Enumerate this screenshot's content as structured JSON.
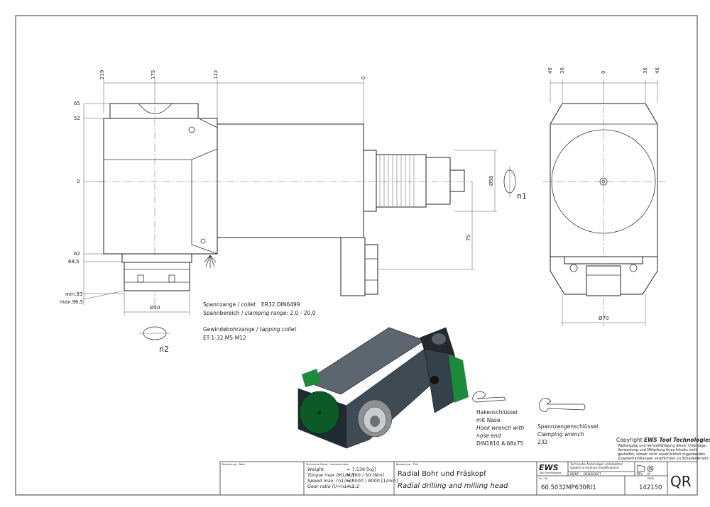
{
  "front_view": {
    "top_dims": [
      "219",
      "175",
      "122",
      "0"
    ],
    "left_dims": [
      "65",
      "52",
      "0",
      "62",
      "68,5",
      "min.93",
      "max.96,5"
    ],
    "dia_collet": "Ø50",
    "dia_shank": "Ø50",
    "offset": "75",
    "n1": "n1",
    "n2": "n2"
  },
  "side_view": {
    "top_dims": [
      "46",
      "36",
      "0",
      "36",
      "46"
    ],
    "dia_bottom": "Ø70"
  },
  "collet_info": {
    "line1_a": "Spannzange / ",
    "line1_b": "collet",
    "line1_c": "ER32   DIN6499",
    "line2_a": "Spannbereich / ",
    "line2_b": "clamping range",
    "line2_c": ": 2,0 - 20,0",
    "line3_a": "Gewindebohrzange / ",
    "line3_b": "tapping collet",
    "line4": "ET-1-32   M5-M12"
  },
  "hook_wrench": {
    "l1": "Hakenschlüssel",
    "l2": "mit Nase",
    "l3": "Hook wrench with",
    "l4": "nose end",
    "l5": "DIN1810 A  68x75"
  },
  "clamp_wrench": {
    "l1": "Spannzangenschlüssel",
    "l2": "Clamping wrench",
    "l3": "232"
  },
  "copyright": {
    "title_a": "Copyright ",
    "title_b": "EWS Tool Technologies",
    "l1": "Weitergabe und Vervielfältigung dieser Unterlage,",
    "l2": "Verwertung und Mitteilung ihres Inhalts nicht",
    "l3": "gestattet, soweit nicht ausdrücklich zugestanden.",
    "l4": "Zuwiderhandlungen verpflichten zu Schadenersatz."
  },
  "title_block": {
    "remark_label": "Bemerkung - Note",
    "tech_label": "Technische Daten - technical data",
    "weight_label": "Weight",
    "weight_val": "=  7.536 [kg]",
    "torque_label": "Torque max (M1/M2)",
    "torque_val": "=  100 / 50 [Nm]",
    "speed_label": "Speed max.  (n1/n2)",
    "speed_val": "=  4000 / 8000 [1/min]",
    "gear_label": "Gear ratio  (i)=n1/n2",
    "gear_val": "=  1:2",
    "name_label": "Benennung - Title",
    "title_de": "Radial Bohr und Fräskopf",
    "title_en": "Radial drilling and milling head",
    "logo": "EWS",
    "logo_sub": "Tool Technologies",
    "change_l1": "Technische Änderungen vorbehalten!",
    "change_l2": "Subject to technical modifications!",
    "ident_label": "IDENT",
    "ident_val": "DEWS03877",
    "rev_label": "REV.",
    "rev_val": "-/A",
    "nr_label": "Nr. - Nr.",
    "part_no": "60.5032MP630RI1",
    "page_label": "PAGE",
    "page_no": "142150",
    "qr": "QR"
  }
}
